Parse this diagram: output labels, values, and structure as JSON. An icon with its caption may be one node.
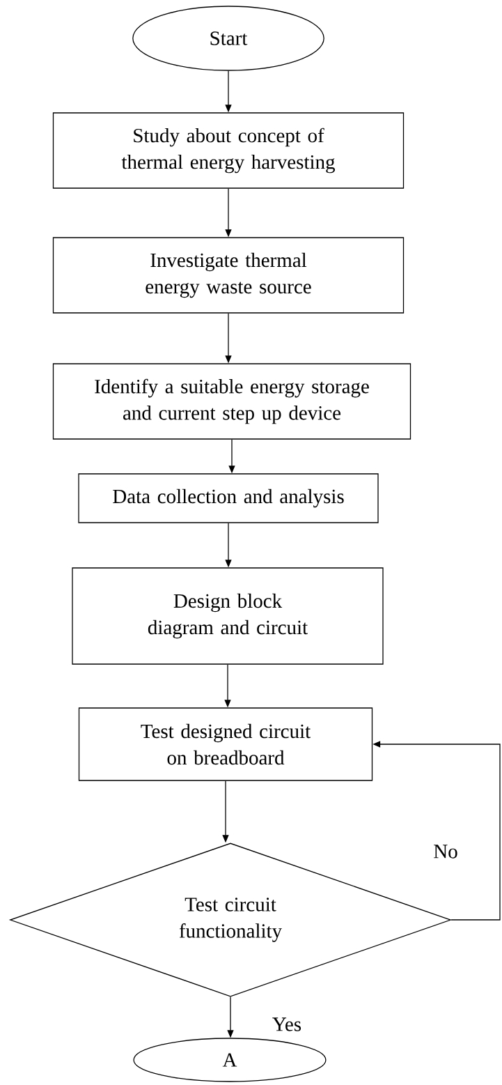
{
  "diagram": {
    "nodes": [
      {
        "text": [
          "Start"
        ]
      },
      {
        "text": [
          "Study about concept of thermal energy harvesting"
        ]
      },
      {
        "text": [
          "Investigate thermal energy waste source"
        ]
      },
      {
        "text": [
          "Identify a suitable energy storage and current step up device"
        ]
      },
      {
        "text": [
          "Data collection and analysis"
        ]
      },
      {
        "text": [
          "Design block diagram and circuit"
        ]
      },
      {
        "text": [
          "Test designed circuit on breadboard"
        ]
      },
      {
        "text": [
          "Test circuit functionality"
        ]
      },
      {
        "text": [
          "A"
        ]
      }
    ],
    "edges": [
      {
        "from": 0,
        "to": 1,
        "arrow": "to"
      },
      {
        "from": 1,
        "to": 2,
        "arrow": "to"
      },
      {
        "from": 2,
        "to": 3,
        "arrow": "to"
      },
      {
        "from": 3,
        "to": 4,
        "arrow": "to"
      },
      {
        "from": 4,
        "to": 5,
        "arrow": "to"
      },
      {
        "from": 5,
        "to": 6,
        "arrow": "to"
      },
      {
        "from": 6,
        "to": 7,
        "arrow": "to"
      },
      {
        "from": 7,
        "to": 6,
        "arrow": "to",
        "label": "No"
      },
      {
        "from": 7,
        "to": 8,
        "arrow": "to",
        "label": "Yes"
      }
    ]
  }
}
